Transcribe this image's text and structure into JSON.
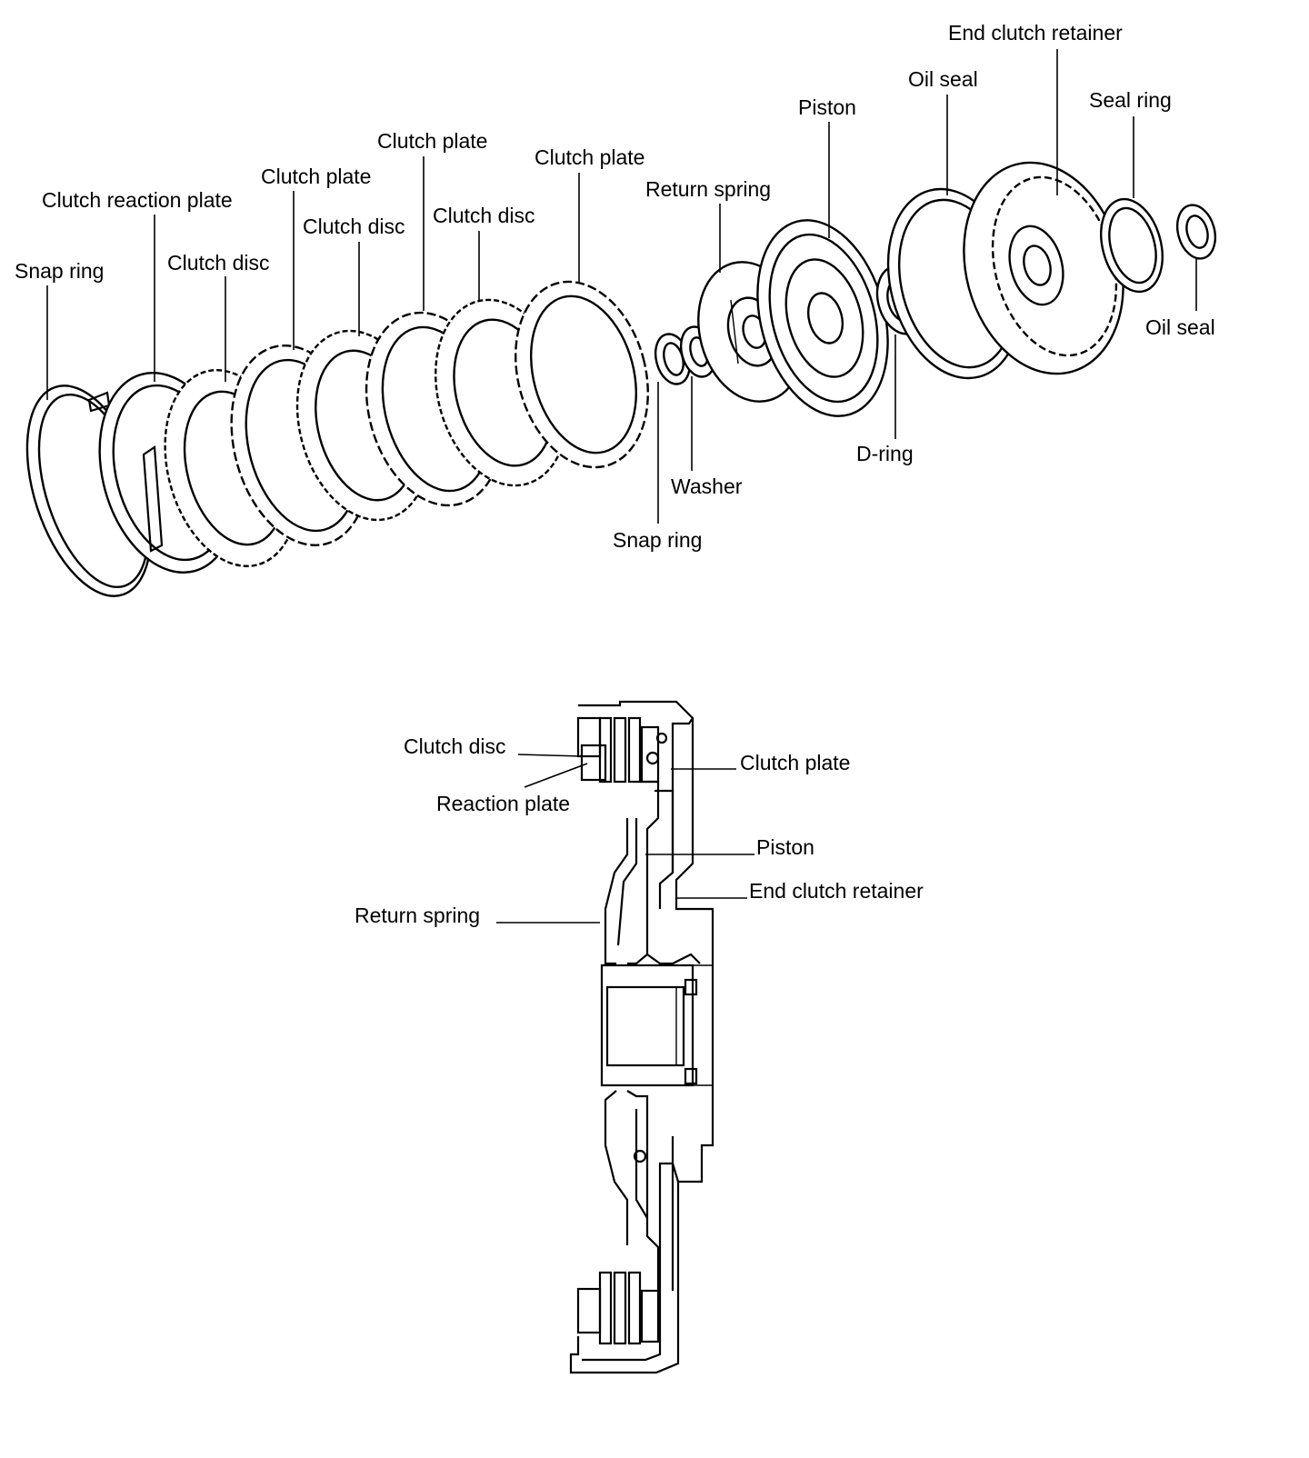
{
  "exploded_view": {
    "labels": {
      "snap_ring_left": "Snap ring",
      "clutch_reaction_plate": "Clutch reaction plate",
      "clutch_disc_1": "Clutch disc",
      "clutch_plate_1": "Clutch plate",
      "clutch_disc_2": "Clutch disc",
      "clutch_plate_2": "Clutch plate",
      "clutch_disc_3": "Clutch disc",
      "clutch_plate_3": "Clutch plate",
      "return_spring": "Return spring",
      "piston": "Piston",
      "oil_seal_top": "Oil seal",
      "end_clutch_retainer": "End clutch retainer",
      "seal_ring": "Seal ring",
      "oil_seal_right": "Oil seal",
      "d_ring": "D-ring",
      "washer": "Washer",
      "snap_ring_bottom": "Snap ring"
    }
  },
  "section_view": {
    "labels": {
      "clutch_disc": "Clutch disc",
      "reaction_plate": "Reaction plate",
      "clutch_plate": "Clutch plate",
      "piston": "Piston",
      "end_clutch_retainer": "End clutch retainer",
      "return_spring": "Return spring"
    }
  }
}
